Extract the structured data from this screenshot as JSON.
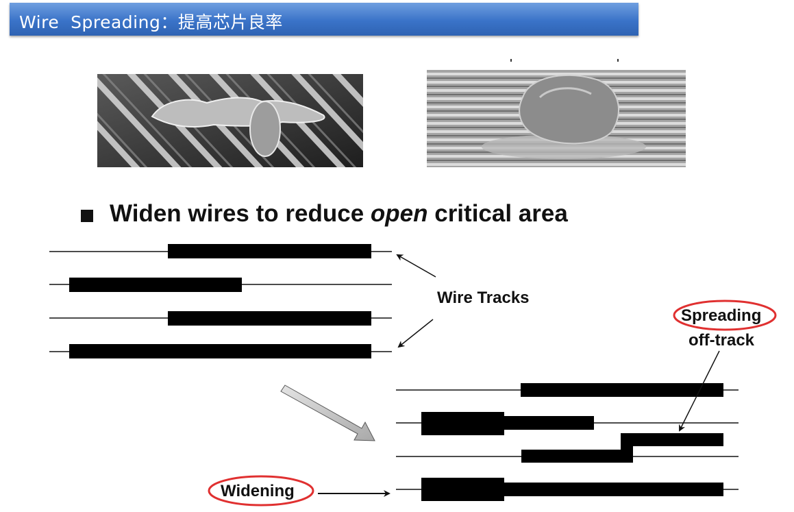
{
  "title": "Wire  Spreading：提高芯片良率",
  "heading": {
    "part1": "Widen wires to reduce ",
    "italic": "open",
    "part2": " critical area"
  },
  "labels": {
    "wire_tracks": "Wire Tracks",
    "spreading": "Spreading",
    "off_track": "off-track",
    "widening": "Widening"
  },
  "images": {
    "left": "SEM defect bridging diagonal wires",
    "right": "SEM particle defect on horizontal wires"
  },
  "colors": {
    "title_bar": "#3a73c8",
    "highlight_ellipse": "#e03030",
    "wire": "#000000"
  }
}
